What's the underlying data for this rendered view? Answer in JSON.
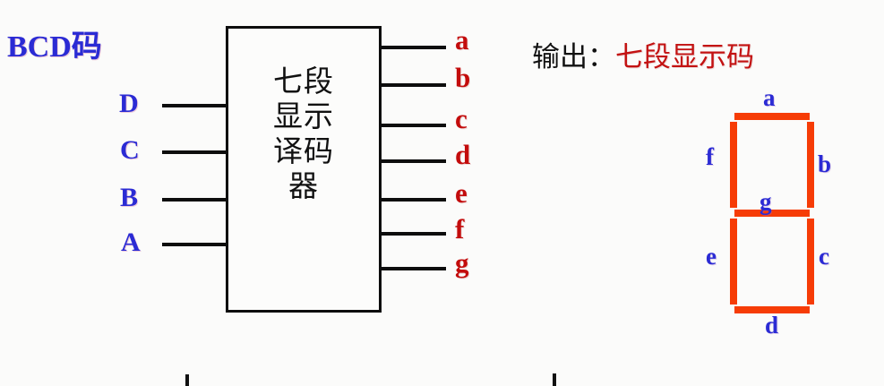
{
  "diagram": {
    "title": "BCD to seven-segment decoder block diagram",
    "input_group_label": "BCD码",
    "inputs": [
      {
        "label": "D"
      },
      {
        "label": "C"
      },
      {
        "label": "B"
      },
      {
        "label": "A"
      }
    ],
    "block": {
      "lines": [
        "七段",
        "显示",
        "译码",
        "器"
      ],
      "full_text": "七段显示译码器"
    },
    "outputs": [
      {
        "label": "a"
      },
      {
        "label": "b"
      },
      {
        "label": "c"
      },
      {
        "label": "d"
      },
      {
        "label": "e"
      },
      {
        "label": "f"
      },
      {
        "label": "g"
      }
    ],
    "output_caption": {
      "prefix": "输出：",
      "emphasis": "七段显示码"
    },
    "seven_segment": {
      "segments": [
        {
          "id": "a",
          "label": "a"
        },
        {
          "id": "b",
          "label": "b"
        },
        {
          "id": "c",
          "label": "c"
        },
        {
          "id": "d",
          "label": "d"
        },
        {
          "id": "e",
          "label": "e"
        },
        {
          "id": "f",
          "label": "f"
        },
        {
          "id": "g",
          "label": "g"
        }
      ]
    },
    "colors": {
      "blue_label": "#2b2bd4",
      "red_output_label": "#c30c0c",
      "red_caption": "#c31212",
      "segment_on": "#f63c06",
      "wire": "#0d0d0d",
      "background": "#fbfbfa"
    }
  }
}
